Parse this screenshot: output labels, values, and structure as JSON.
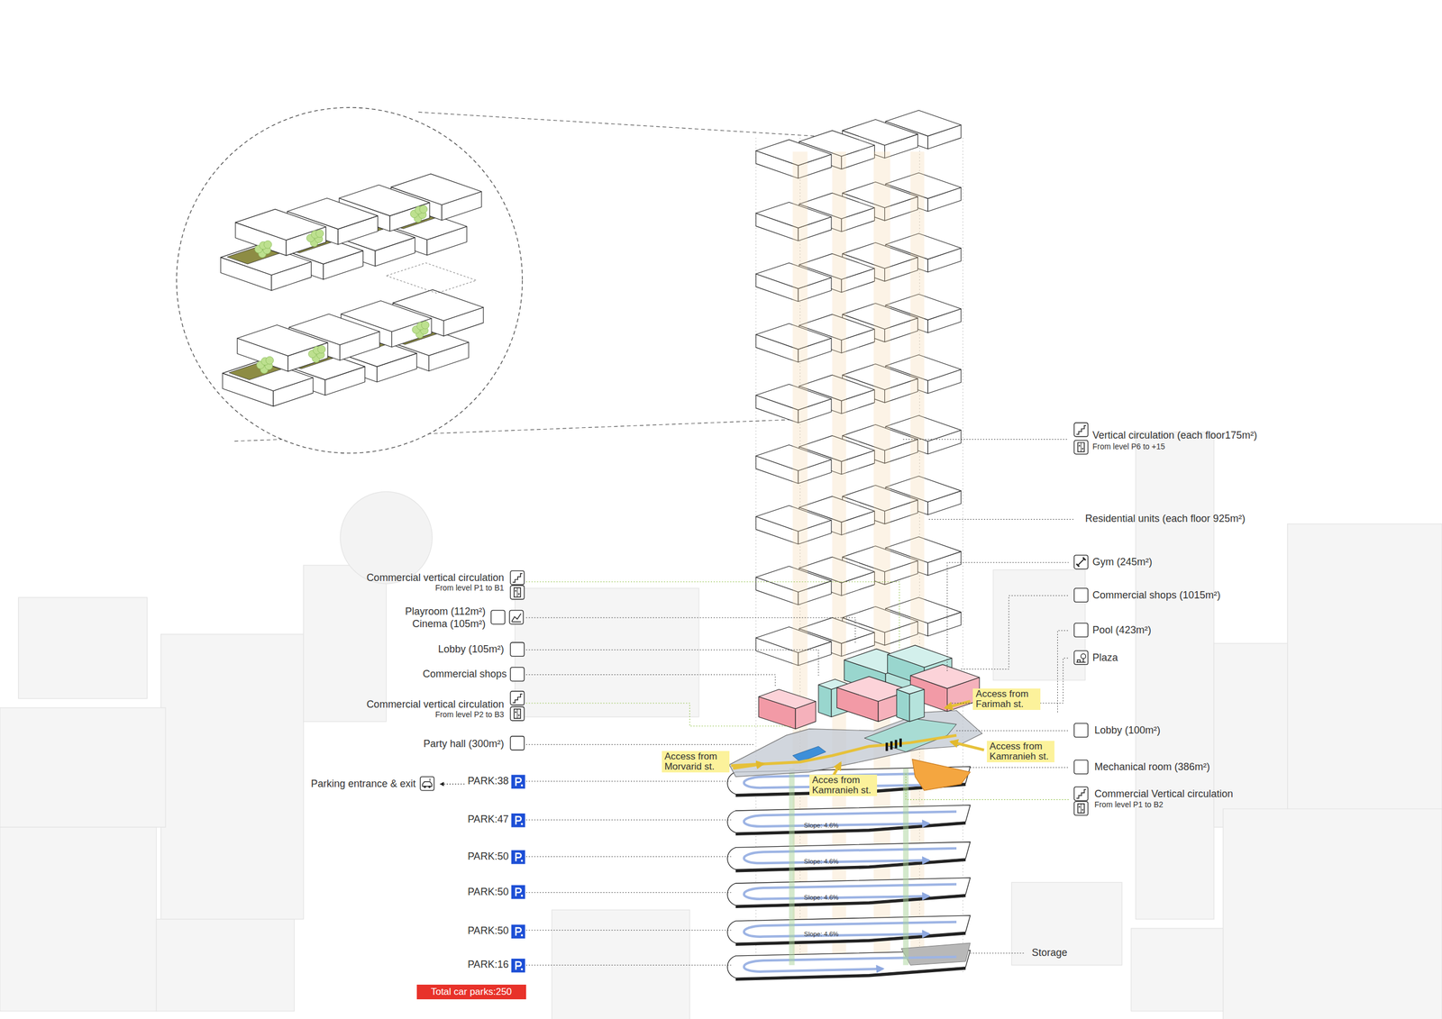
{
  "diagram": {
    "nodes": [
      {
        "text": [
          "Access from Farimah st."
        ]
      },
      {
        "text": [
          "Access from Kamranieh st."
        ]
      },
      {
        "text": [
          "Access from Morvarid st."
        ]
      },
      {
        "text": [
          "Acces from Kamranieh st."
        ]
      },
      {
        "text": [
          "Total car parks:250"
        ]
      }
    ],
    "labels": [
      "Vertical circulation (each floor175m²)",
      "From level P6 to +15",
      "Residential units (each floor 925m²)",
      "Gym (245m²)",
      "Commercial shops (1015m²)",
      "Pool (423m²)",
      "Plaza",
      "Lobby (100m²)",
      "Mechanical room (386m²)",
      "Commercial Vertical circulation",
      "From level P1 to B2",
      "Storage",
      "Commercial vertical circulation",
      "From level P1 to B1",
      "Playroom (112m²)",
      "Cinema (105m²)",
      "Lobby (105m²)",
      "Commercial shops",
      "Commercial vertical circulation",
      "From level P2 to B3",
      "Party hall (300m²)",
      "Parking entrance & exit",
      "PARK:38",
      "PARK:47",
      "PARK:50",
      "PARK:50",
      "PARK:50",
      "PARK:16",
      "Slope: 4.6%",
      "Slope: 4.6%",
      "Slope: 4.6%",
      "Slope: 4.6%"
    ]
  }
}
